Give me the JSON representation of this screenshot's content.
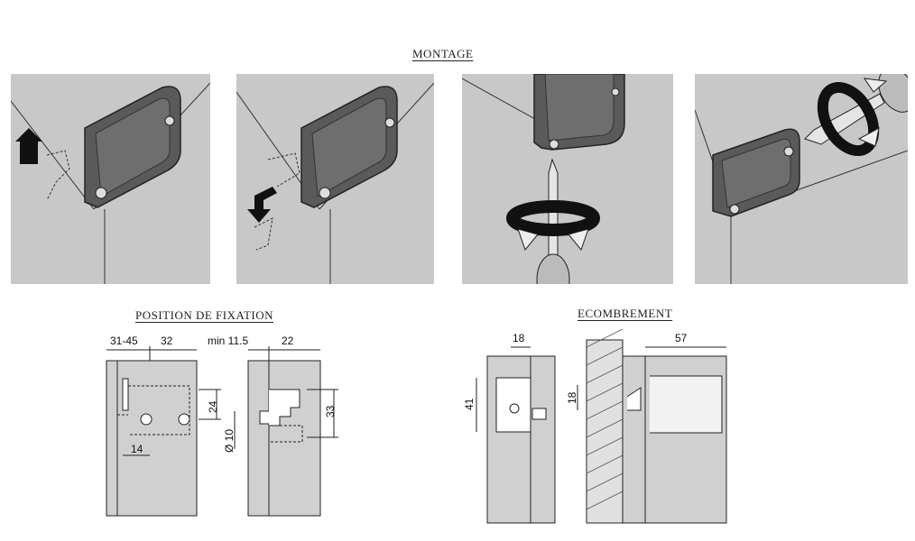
{
  "headings": {
    "montage": "MONTAGE",
    "position": "POSITION DE FIXATION",
    "encombrement": "ECOMBREMENT"
  },
  "position_dims": {
    "d_31_45": "31-45",
    "d_32": "32",
    "d_min": "min 11.5",
    "d_22": "22",
    "d_24": "24",
    "d_33": "33",
    "d_14": "14",
    "d_dia": "Ø 10"
  },
  "encombrement_dims": {
    "d_18_top": "18",
    "d_57": "57",
    "d_41": "41",
    "d_18_side": "18"
  },
  "colors": {
    "panel": "#c8c8c8",
    "bracket": "#5a5a5a",
    "line": "#1a1a1a"
  }
}
